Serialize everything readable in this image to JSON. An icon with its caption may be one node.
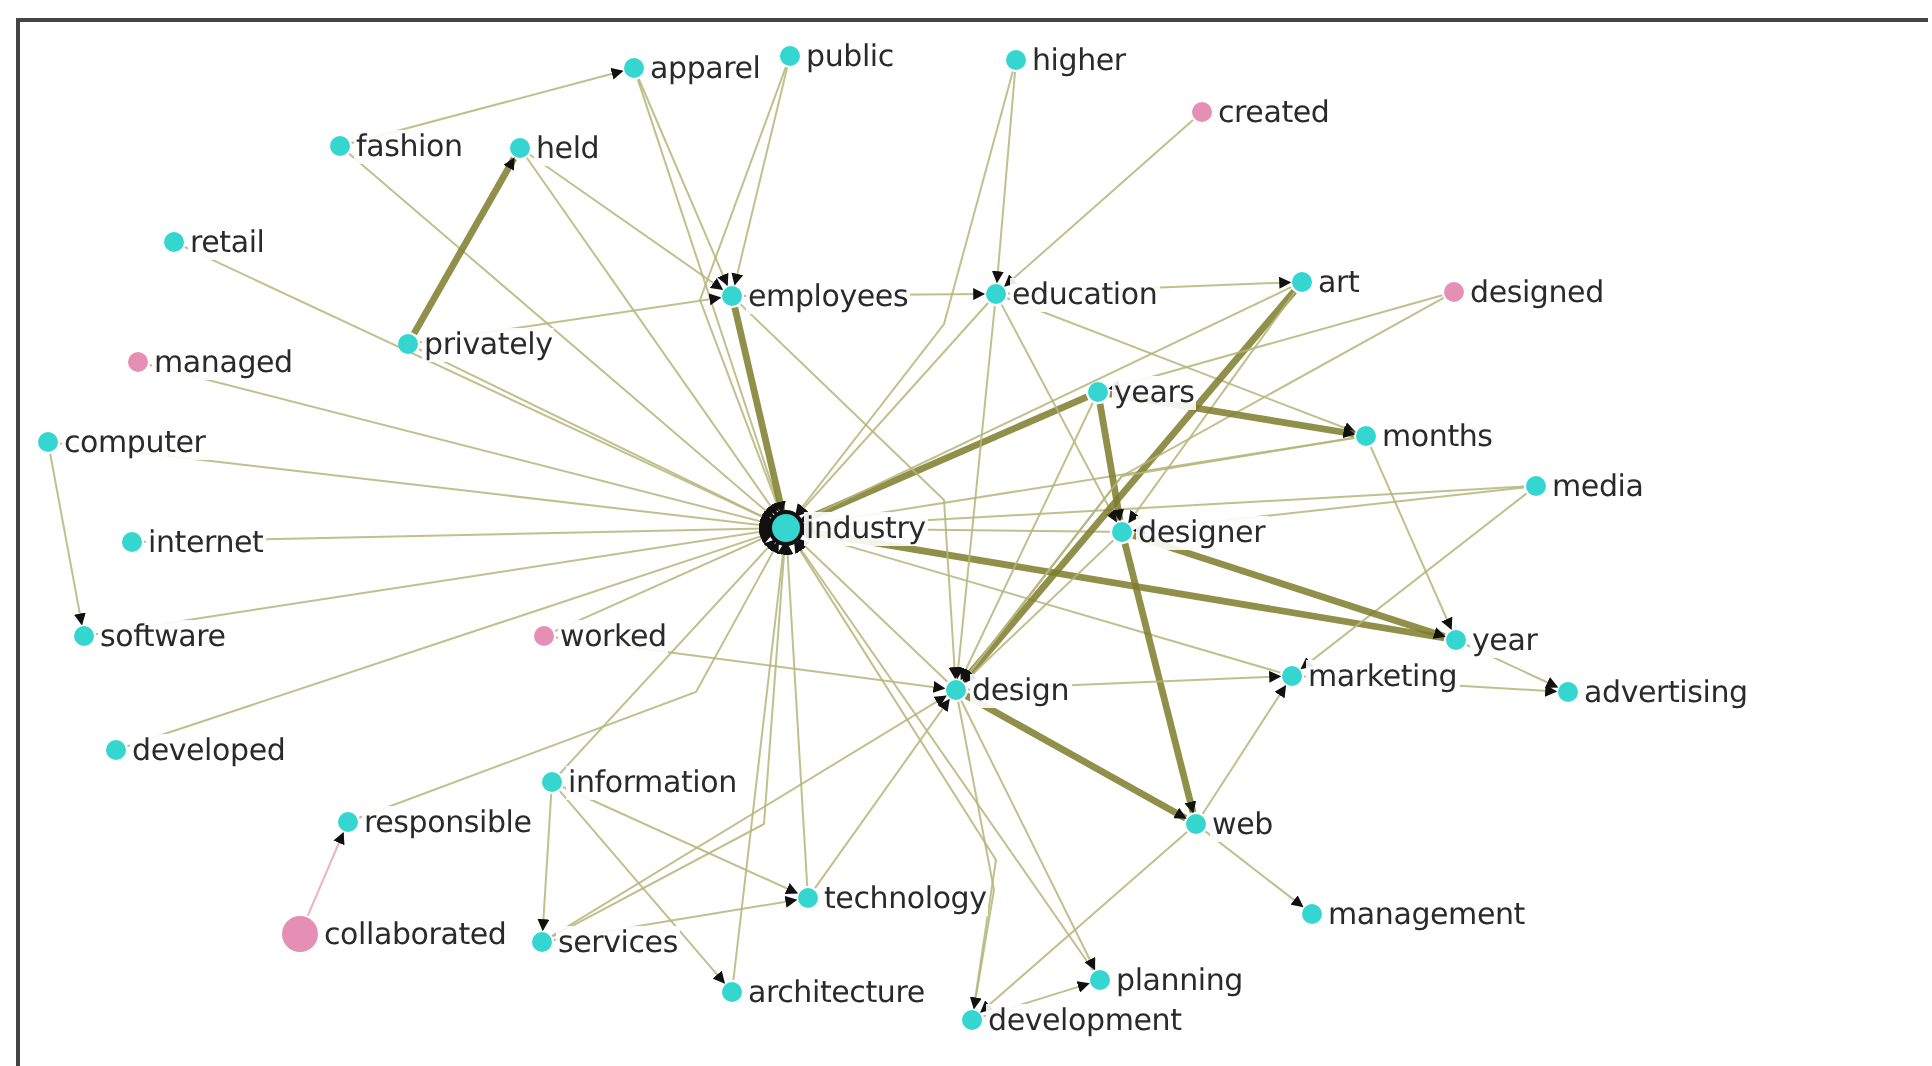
{
  "diagram": {
    "nodes": [
      {
        "text": [
          "apparel"
        ]
      },
      {
        "text": [
          "public"
        ]
      },
      {
        "text": [
          "higher"
        ]
      },
      {
        "text": [
          "created"
        ]
      },
      {
        "text": [
          "fashion"
        ]
      },
      {
        "text": [
          "held"
        ]
      },
      {
        "text": [
          "retail"
        ]
      },
      {
        "text": [
          "employees"
        ]
      },
      {
        "text": [
          "education"
        ]
      },
      {
        "text": [
          "art"
        ]
      },
      {
        "text": [
          "designed"
        ]
      },
      {
        "text": [
          "privately"
        ]
      },
      {
        "text": [
          "managed"
        ]
      },
      {
        "text": [
          "years"
        ]
      },
      {
        "text": [
          "months"
        ]
      },
      {
        "text": [
          "computer"
        ]
      },
      {
        "text": [
          "media"
        ]
      },
      {
        "text": [
          "internet"
        ]
      },
      {
        "text": [
          "industry"
        ]
      },
      {
        "text": [
          "designer"
        ]
      },
      {
        "text": [
          "worked"
        ]
      },
      {
        "text": [
          "software"
        ]
      },
      {
        "text": [
          "year"
        ]
      },
      {
        "text": [
          "design"
        ]
      },
      {
        "text": [
          "marketing"
        ]
      },
      {
        "text": [
          "advertising"
        ]
      },
      {
        "text": [
          "developed"
        ]
      },
      {
        "text": [
          "information"
        ]
      },
      {
        "text": [
          "responsible"
        ]
      },
      {
        "text": [
          "web"
        ]
      },
      {
        "text": [
          "technology"
        ]
      },
      {
        "text": [
          "management"
        ]
      },
      {
        "text": [
          "collaborated"
        ]
      },
      {
        "text": [
          "services"
        ]
      },
      {
        "text": [
          "architecture"
        ]
      },
      {
        "text": [
          "planning"
        ]
      },
      {
        "text": [
          "development"
        ]
      }
    ],
    "edges": [
      {
        "from": 0,
        "to": 18,
        "arrow": "to"
      },
      {
        "from": 1,
        "to": 18,
        "arrow": "to"
      },
      {
        "from": 4,
        "to": 18,
        "arrow": "to"
      },
      {
        "from": 5,
        "to": 18,
        "arrow": "to"
      },
      {
        "from": 7,
        "to": 18,
        "arrow": "to",
        "style": "thick"
      },
      {
        "from": 8,
        "to": 18,
        "arrow": "to"
      },
      {
        "from": 12,
        "to": 18,
        "arrow": "to"
      },
      {
        "from": 15,
        "to": 18,
        "arrow": "to"
      },
      {
        "from": 17,
        "to": 18,
        "arrow": "to"
      },
      {
        "from": 21,
        "to": 18,
        "arrow": "to"
      },
      {
        "from": 26,
        "to": 18,
        "arrow": "to"
      },
      {
        "from": 11,
        "to": 18,
        "arrow": "to"
      },
      {
        "from": 20,
        "to": 18,
        "arrow": "to"
      },
      {
        "from": 27,
        "to": 18,
        "arrow": "to"
      },
      {
        "from": 28,
        "to": 18,
        "arrow": "to"
      },
      {
        "from": 33,
        "to": 18,
        "arrow": "to"
      },
      {
        "from": 30,
        "to": 18,
        "arrow": "to"
      },
      {
        "from": 34,
        "to": 18,
        "arrow": "to"
      },
      {
        "from": 36,
        "to": 18,
        "arrow": "to"
      },
      {
        "from": 35,
        "to": 18,
        "arrow": "to"
      },
      {
        "from": 13,
        "to": 18,
        "arrow": "to",
        "style": "thick"
      },
      {
        "from": 14,
        "to": 18,
        "arrow": "to"
      },
      {
        "from": 19,
        "to": 18,
        "arrow": "to"
      },
      {
        "from": 22,
        "to": 18,
        "arrow": "to",
        "style": "thick"
      },
      {
        "from": 24,
        "to": 18,
        "arrow": "to"
      },
      {
        "from": 16,
        "to": 18,
        "arrow": "to"
      },
      {
        "from": 23,
        "to": 18,
        "arrow": "to"
      },
      {
        "from": 2,
        "to": 18,
        "arrow": "to"
      },
      {
        "from": 9,
        "to": 18,
        "arrow": "to"
      },
      {
        "from": 6,
        "to": 18,
        "arrow": "to"
      },
      {
        "from": 4,
        "to": 0,
        "arrow": "to"
      },
      {
        "from": 11,
        "to": 5,
        "arrow": "to",
        "style": "thick"
      },
      {
        "from": 5,
        "to": 7,
        "arrow": "to"
      },
      {
        "from": 11,
        "to": 7,
        "arrow": "to"
      },
      {
        "from": 1,
        "to": 7,
        "arrow": "to"
      },
      {
        "from": 0,
        "to": 7,
        "arrow": "to"
      },
      {
        "from": 2,
        "to": 8,
        "arrow": "to"
      },
      {
        "from": 3,
        "to": 8,
        "arrow": "to"
      },
      {
        "from": 8,
        "to": 9,
        "arrow": "to"
      },
      {
        "from": 8,
        "to": 19,
        "arrow": "to"
      },
      {
        "from": 8,
        "to": 23,
        "arrow": "to"
      },
      {
        "from": 8,
        "to": 14,
        "arrow": "to"
      },
      {
        "from": 9,
        "to": 23,
        "arrow": "to",
        "style": "thick"
      },
      {
        "from": 9,
        "to": 19,
        "arrow": "to"
      },
      {
        "from": 10,
        "to": 13,
        "arrow": "to"
      },
      {
        "from": 10,
        "to": 23,
        "arrow": "to"
      },
      {
        "from": 13,
        "to": 14,
        "arrow": "to",
        "style": "thick"
      },
      {
        "from": 13,
        "to": 19,
        "arrow": "to",
        "style": "thick"
      },
      {
        "from": 13,
        "to": 23,
        "arrow": "to"
      },
      {
        "from": 14,
        "to": 22,
        "arrow": "to"
      },
      {
        "from": 14,
        "to": 23,
        "arrow": "to"
      },
      {
        "from": 16,
        "to": 19,
        "arrow": "to"
      },
      {
        "from": 16,
        "to": 24,
        "arrow": "to"
      },
      {
        "from": 19,
        "to": 22,
        "arrow": "to",
        "style": "thick"
      },
      {
        "from": 19,
        "to": 29,
        "arrow": "to",
        "style": "thick"
      },
      {
        "from": 19,
        "to": 23,
        "arrow": "to"
      },
      {
        "from": 23,
        "to": 24,
        "arrow": "to"
      },
      {
        "from": 23,
        "to": 29,
        "arrow": "to",
        "style": "thick"
      },
      {
        "from": 23,
        "to": 35,
        "arrow": "to"
      },
      {
        "from": 23,
        "to": 36,
        "arrow": "to"
      },
      {
        "from": 22,
        "to": 25,
        "arrow": "to"
      },
      {
        "from": 24,
        "to": 25,
        "arrow": "to"
      },
      {
        "from": 29,
        "to": 31,
        "arrow": "to"
      },
      {
        "from": 29,
        "to": 24,
        "arrow": "to"
      },
      {
        "from": 29,
        "to": 36,
        "arrow": "to"
      },
      {
        "from": 15,
        "to": 21,
        "arrow": "to"
      },
      {
        "from": 32,
        "to": 28,
        "arrow": "to",
        "color": "#e9a3b8"
      },
      {
        "from": 27,
        "to": 33,
        "arrow": "to"
      },
      {
        "from": 27,
        "to": 30,
        "arrow": "to"
      },
      {
        "from": 27,
        "to": 34,
        "arrow": "to"
      },
      {
        "from": 33,
        "to": 30,
        "arrow": "to"
      },
      {
        "from": 33,
        "to": 23,
        "arrow": "to"
      },
      {
        "from": 30,
        "to": 23,
        "arrow": "to"
      },
      {
        "from": 36,
        "to": 35,
        "arrow": "to"
      },
      {
        "from": 20,
        "to": 23,
        "arrow": "to"
      },
      {
        "from": 7,
        "to": 8,
        "arrow": "to"
      },
      {
        "from": 7,
        "to": 23,
        "arrow": "to"
      }
    ]
  }
}
